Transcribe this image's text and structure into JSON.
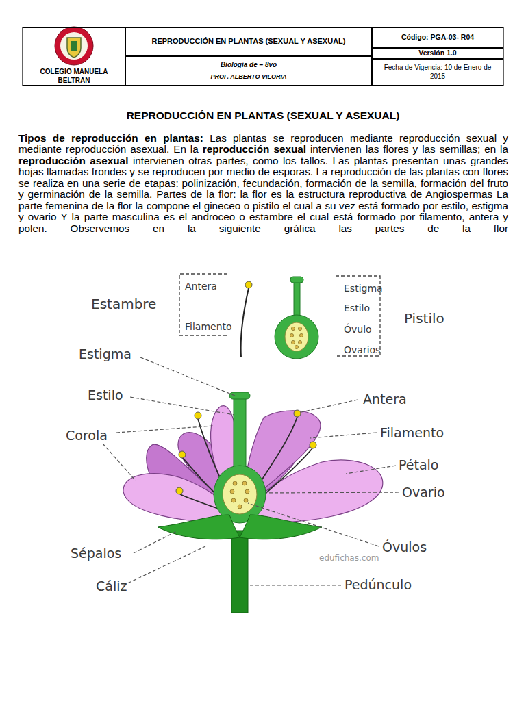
{
  "diagram": {
    "title": "REPRODUCCIÓN EN PLANTAS (SEXUAL Y ASEXUAL)",
    "nodes": [
      {
        "text": [
          "COLEGIO MANUELA BELTRAN"
        ]
      },
      {
        "text": [
          "REPRODUCCIÓN EN PLANTAS (SEXUAL Y ASEXUAL)"
        ]
      },
      {
        "text": [
          "Biología de – 8vo",
          "PROF. ALBERTO VILORIA"
        ]
      },
      {
        "text": [
          "Código: PGA-03- R04"
        ]
      },
      {
        "text": [
          "Versión 1.0"
        ]
      },
      {
        "text": [
          "Fecha de Vigencia: 10 de Enero de 2015"
        ]
      }
    ],
    "labels": [
      "Tipos de reproducción en plantas:",
      "Las plantas se reproducen mediante reproducción sexual y mediante reproducción asexual. En la",
      "reproducción sexual",
      "intervienen las flores y las semillas; en la",
      "reproducción asexual",
      "intervienen otras partes, como los tallos. Las plantas presentan unas grandes hojas llamadas frondes y se reproducen por medio de esporas. La reproducción de las plantas con flores se realiza en una serie de etapas: polinización, fecundación, formación de la semilla, formación del fruto y germinación de la semilla. Partes de la flor: la flor es la estructura reproductiva de Angiospermas La parte femenina de la flor la compone el gineceo o pistilo el cual a su vez está formado por estilo, estigma y ovario Y la parte masculina es el androceo o estambre el cual está formado por filamento, antera y polen. Observemos en la siguiente gráfica las partes de la flor",
      "Antera",
      "Filamento",
      "Estambre",
      "Estigma",
      "Estilo",
      "Óvulo",
      "Ovarios",
      "Pistilo",
      "Estigma",
      "Estilo",
      "Corola",
      "Antera",
      "Filamento",
      "Pétalo",
      "Ovario",
      "edufichas.com",
      "Óvulos",
      "Sépalos",
      "Cáliz",
      "Pedúnculo"
    ]
  }
}
